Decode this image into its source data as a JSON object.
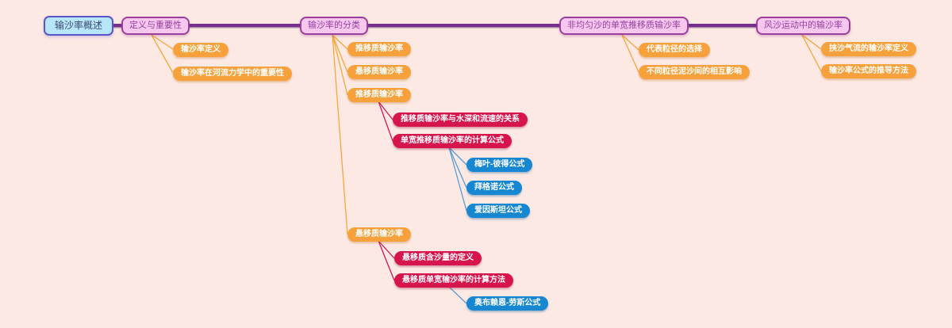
{
  "mindmap": {
    "root": {
      "label": "输沙率概述"
    },
    "topics": [
      {
        "label": "定义与重要性",
        "children": [
          {
            "label": "输沙率定义"
          },
          {
            "label": "输沙率在河流力学中的重要性"
          }
        ]
      },
      {
        "label": "输沙率的分类",
        "children": [
          {
            "label": "推移质输沙率"
          },
          {
            "label": "悬移质输沙率"
          },
          {
            "label": "推移质输沙率",
            "children": [
              {
                "label": "推移质输沙率与水深和流速的关系"
              },
              {
                "label": "单宽推移质输沙率的计算公式",
                "children": [
                  {
                    "label": "梅叶-彼得公式"
                  },
                  {
                    "label": "拜格诺公式"
                  },
                  {
                    "label": "爱因斯坦公式"
                  }
                ]
              }
            ]
          },
          {
            "label": "悬移质输沙率",
            "children": [
              {
                "label": "悬移质含沙量的定义"
              },
              {
                "label": "悬移质单宽输沙率的计算方法",
                "children": [
                  {
                    "label": "奥布赖恩-劳斯公式"
                  }
                ]
              }
            ]
          }
        ]
      },
      {
        "label": "非均匀沙的单宽推移质输沙率",
        "children": [
          {
            "label": "代表粒径的选择"
          },
          {
            "label": "不同粒径泥沙间的相互影响"
          }
        ]
      },
      {
        "label": "风沙运动中的输沙率",
        "children": [
          {
            "label": "挟沙气流的输沙率定义"
          },
          {
            "label": "输沙率公式的推导方法"
          }
        ]
      }
    ]
  },
  "colors": {
    "background": "#FCE9E4",
    "spine_line": "#772F8E",
    "root_fill": "#B7E6F8",
    "root_border": "#5C55C8",
    "root_text": "#3A4A6B",
    "topic_fill": "#F8C7EE",
    "topic_border": "#9C3F9C",
    "topic_text": "#9341A1",
    "level1_fill": "#F6A13C",
    "level2_fill": "#D6154D",
    "level3_fill": "#1787D1",
    "branch_orange": "#F5A63C",
    "branch_red": "#D2175B",
    "branch_blue": "#5B9BD5",
    "pill_text": "#FFFFFF"
  }
}
